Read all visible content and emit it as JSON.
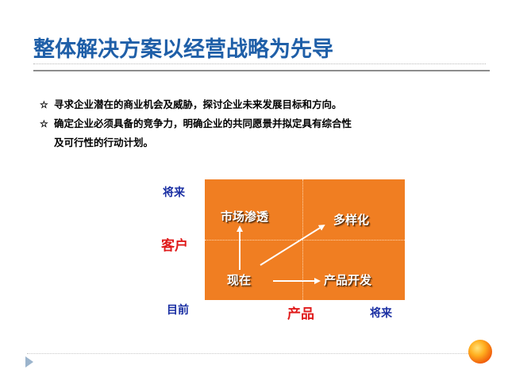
{
  "slide": {
    "title": "整体解决方案以经营战略为先导"
  },
  "bullets": [
    {
      "icon": "star-icon",
      "text": "寻求企业潜在的商业机会及威胁，探讨企业未来发展目标和方向。"
    },
    {
      "icon": "star-icon",
      "text": "确定企业必须具备的竞争力，明确企业的共同愿景并拟定具有综合性\n及可行性的行动计划。"
    }
  ],
  "bullet_symbol": "☆",
  "matrix": {
    "fill_color": "#f07e22",
    "cells": {
      "top_left": "市场渗透",
      "top_right": "多样化",
      "bottom_left": "现在",
      "bottom_right": "产品开发"
    },
    "y_axis": {
      "title": "客户",
      "top": "将来",
      "bottom": "目前"
    },
    "x_axis": {
      "title": "产品",
      "right": "将来"
    }
  },
  "colors": {
    "title": "#1f5fa8",
    "axis_blue": "#1a2fa3",
    "axis_red": "#e01b1b"
  }
}
